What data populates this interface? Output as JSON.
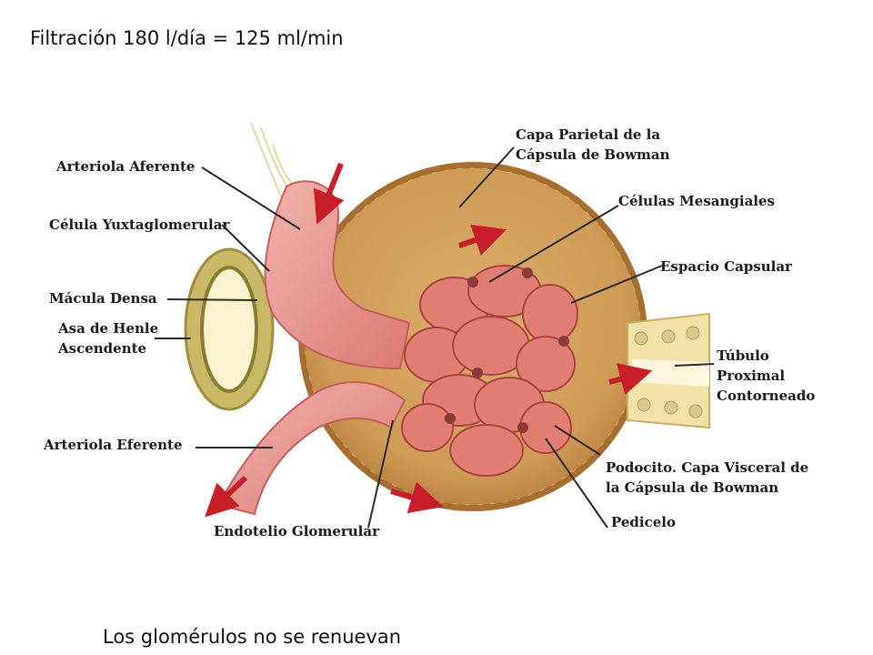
{
  "header": {
    "title": "Filtración 180 l/día = 125 ml/min"
  },
  "footer": {
    "note": "Los glomérulos no se renuevan"
  },
  "diagram": {
    "labels": {
      "arteriola_aferente": "Arteriola Aferente",
      "celula_yuxtaglomerular": "Célula Yuxtaglomerular",
      "macula_densa": "Mácula Densa",
      "asa_henle_1": "Asa de Henle",
      "asa_henle_2": "Ascendente",
      "arteriola_eferente": "Arteriola Eferente",
      "endotelio_glomerular": "Endotelio Glomerular",
      "capa_parietal_1": "Capa Parietal de la",
      "capa_parietal_2": "Cápsula de Bowman",
      "celulas_mesangiales": "Células Mesangiales",
      "espacio_capsular": "Espacio Capsular",
      "tubulo_1": "Túbulo",
      "tubulo_2": "Proximal",
      "tubulo_3": "Contorneado",
      "podocito_1": "Podocito. Capa Visceral de",
      "podocito_2": "la Cápsula de Bowman",
      "pedicelo": "Pedicelo"
    },
    "colors": {
      "capsule": "#cf9c58",
      "capsule_edge": "#a86e30",
      "vessel": "#e99a93",
      "vessel_dark": "#c65e5a",
      "tubule": "#f2e2a8",
      "macula": "#c9b866",
      "arrow": "#c81e2a"
    }
  }
}
